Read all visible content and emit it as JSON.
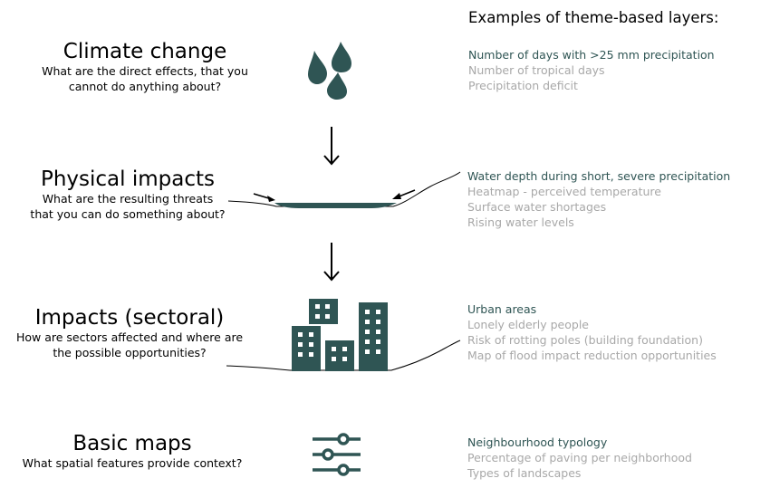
{
  "header": {
    "title": "Examples of theme-based layers:"
  },
  "colors": {
    "accent": "#2f5554",
    "muted": "#a8a8a8",
    "text": "#000000"
  },
  "sections": [
    {
      "title": "Climate change",
      "subtitle": [
        "What are the direct effects, that you",
        "cannot do anything about?"
      ],
      "icon": "raindrops-icon",
      "layers": [
        "Number of days with >25 mm precipitation",
        "Number of tropical days",
        "Precipitation deficit"
      ]
    },
    {
      "title": "Physical impacts",
      "subtitle": [
        "What are the resulting threats",
        "that you can do something about?"
      ],
      "icon": "water-puddle-icon",
      "layers": [
        "Water depth during short, severe precipitation",
        "Heatmap - perceived temperature",
        "Surface water shortages",
        "Rising water levels"
      ]
    },
    {
      "title": "Impacts (sectoral)",
      "subtitle": [
        "How are sectors affected and where are",
        "the possible opportunities?"
      ],
      "icon": "city-buildings-icon",
      "layers": [
        "Urban areas",
        "Lonely elderly people",
        "Risk of rotting poles (building foundation)",
        "Map of flood impact reduction opportunities"
      ]
    },
    {
      "title": "Basic maps",
      "subtitle": [
        "What spatial features provide context?"
      ],
      "icon": "sliders-icon",
      "layers": [
        "Neighbourhood typology",
        "Percentage of paving per neighborhood",
        "Types of landscapes"
      ]
    }
  ]
}
